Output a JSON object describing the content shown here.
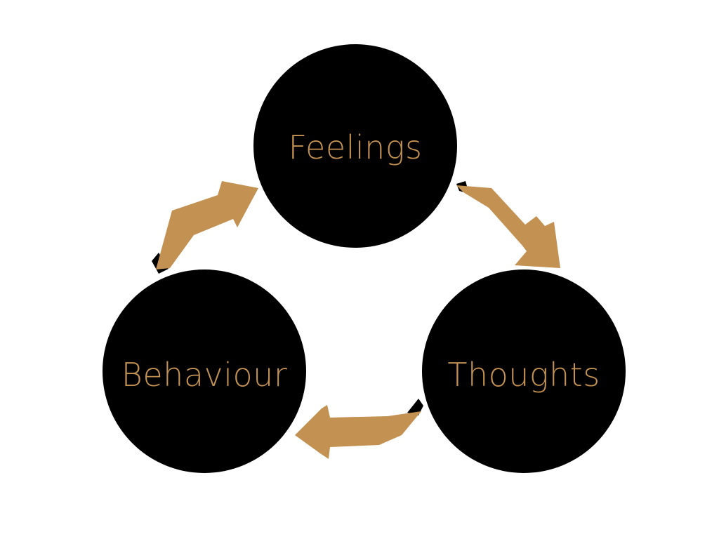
{
  "colors": {
    "background": "#ffffff",
    "node_fill": "#000000",
    "accent": "#C39253"
  },
  "nodes": {
    "feelings": {
      "label": "Feelings"
    },
    "thoughts": {
      "label": "Thoughts"
    },
    "behaviour": {
      "label": "Behaviour"
    }
  },
  "edges": [
    {
      "from": "Feelings",
      "to": "Thoughts"
    },
    {
      "from": "Thoughts",
      "to": "Behaviour"
    },
    {
      "from": "Behaviour",
      "to": "Feelings"
    }
  ]
}
